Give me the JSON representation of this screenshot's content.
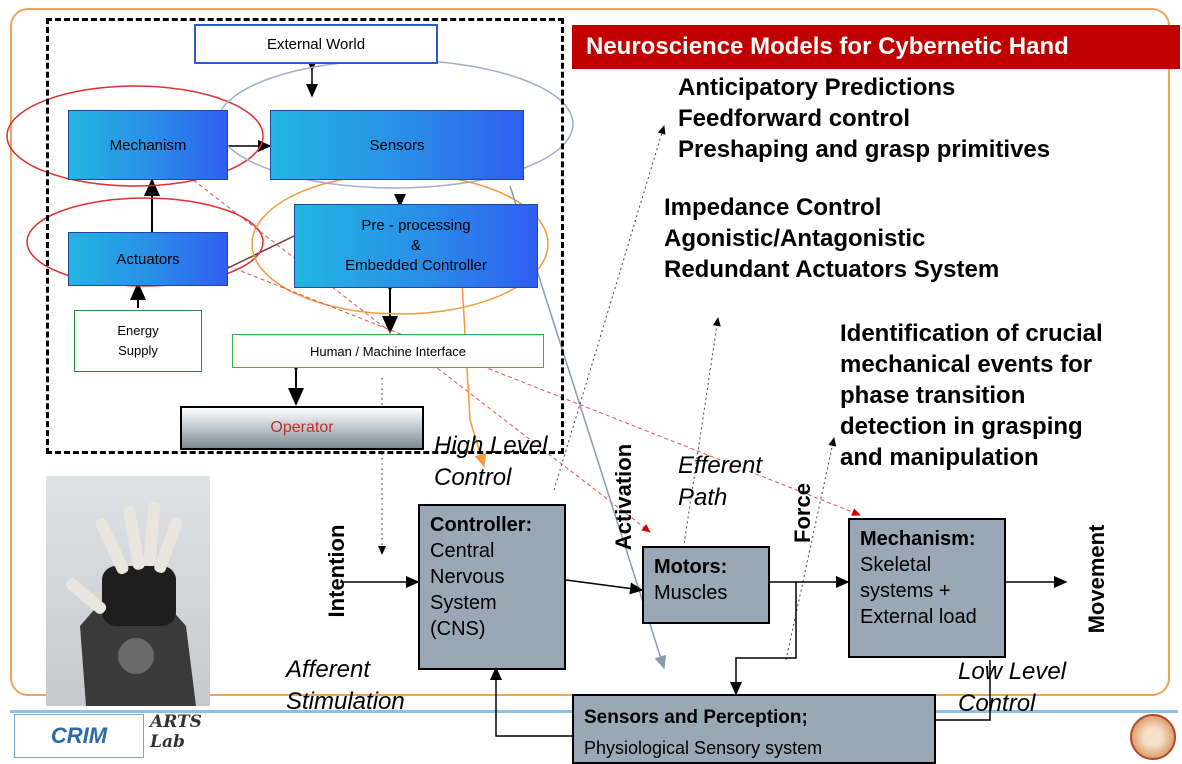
{
  "title": "Neuroscience Models for Cybernetic Hand",
  "bullets_group1": [
    "Anticipatory Predictions",
    "Feedforward control",
    "Preshaping and grasp primitives"
  ],
  "bullets_group2": [
    "Impedance Control",
    "Agonistic/Antagonistic",
    "Redundant Actuators System"
  ],
  "bullets_group3": [
    "Identification of crucial",
    "mechanical events for",
    "phase transition",
    "detection in grasping",
    "and manipulation"
  ],
  "top_diagram": {
    "external_world": "External World",
    "mechanism": "Mechanism",
    "sensors": "Sensors",
    "actuators": "Actuators",
    "preprocessing": [
      "Pre - processing",
      "&",
      "Embedded Controller"
    ],
    "energy_supply": [
      "Energy",
      "Supply"
    ],
    "hmi": "Human / Machine Interface",
    "operator": "Operator"
  },
  "bottom_diagram": {
    "controller_title": "Controller:",
    "controller_body": [
      "Central",
      "Nervous",
      "System",
      "(CNS)"
    ],
    "motors_title": "Motors:",
    "motors_body": "Muscles",
    "mechanism_title": "Mechanism:",
    "mechanism_body": [
      "Skeletal",
      "systems +",
      "External load"
    ],
    "sensors_title": "Sensors and Perception;",
    "sensors_body": "Physiological Sensory system",
    "intention": "Intention",
    "activation": "Activation",
    "force": "Force",
    "movement": "Movement",
    "high_level": [
      "High Level",
      "Control"
    ],
    "efferent": [
      "Efferent",
      "Path"
    ],
    "afferent": [
      "Afferent",
      "Stimulation"
    ],
    "low_level": [
      "Low Level",
      "Control"
    ]
  },
  "logos": {
    "crim": "CRIM",
    "arts": [
      "ARTS",
      "Lab"
    ]
  },
  "colors": {
    "title_bg": "#c00000",
    "frame": "#f2a254",
    "box_gray": "#9aa8b6",
    "operator_text": "#c0302a"
  },
  "icons": [
    "robot-hand-photo",
    "crim-logo",
    "arts-lab-logo",
    "university-seal-icon"
  ]
}
